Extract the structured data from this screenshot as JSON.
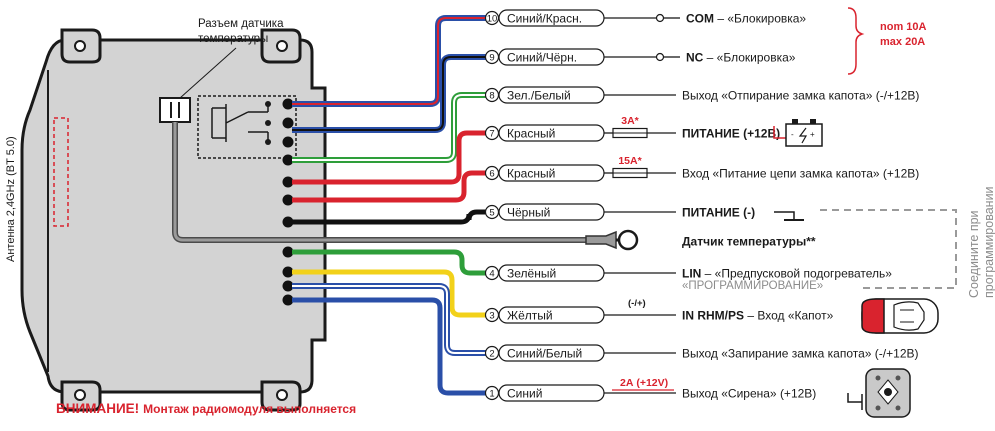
{
  "sensor_caption": [
    "Разъем датчика",
    "температуры"
  ],
  "antenna_caption": "Антенна 2,4GHz (BT 5.0)",
  "warning": {
    "lead": "ВНИМАНИЕ!",
    "rest": "Монтаж радиомодуля выполняется"
  },
  "wires": [
    {
      "num": "10",
      "label": "Синий/Красн.",
      "colors": [
        "#2a4fa8",
        "#d9232e"
      ]
    },
    {
      "num": "9",
      "label": "Синий/Чёрн.",
      "colors": [
        "#2a4fa8",
        "#111111"
      ]
    },
    {
      "num": "8",
      "label": "Зел./Белый",
      "colors": [
        "#2e9e3a",
        "#ffffff"
      ]
    },
    {
      "num": "7",
      "label": "Красный",
      "colors": [
        "#d9232e"
      ]
    },
    {
      "num": "6",
      "label": "Красный",
      "colors": [
        "#d9232e"
      ]
    },
    {
      "num": "5",
      "label": "Чёрный",
      "colors": [
        "#111111"
      ]
    },
    {
      "num": "4",
      "label": "Зелёный",
      "colors": [
        "#2e9e3a"
      ]
    },
    {
      "num": "3",
      "label": "Жёлтый",
      "colors": [
        "#f2d11a"
      ]
    },
    {
      "num": "2",
      "label": "Синий/Белый",
      "colors": [
        "#2a4fa8",
        "#ffffff"
      ]
    },
    {
      "num": "1",
      "label": "Синий",
      "colors": [
        "#2a4fa8"
      ]
    }
  ],
  "outputs": {
    "w10": {
      "bold": "COM",
      "rest": " – «Блокировка»"
    },
    "w9": {
      "bold": "NC",
      "rest": " – «Блокировка»"
    },
    "w8": {
      "rest": "Выход «Отпирание замка капота» (-/+12В)"
    },
    "w7": {
      "bold": "ПИТАНИЕ (+12В)"
    },
    "w6": {
      "rest": "Вход «Питание цепи замка капота» (+12В)"
    },
    "w5": {
      "bold": "ПИТАНИЕ (-)"
    },
    "sensor": {
      "bold": "Датчик температуры**"
    },
    "w4": {
      "bold": "LIN",
      "rest": " – «Предпусковой подогреватель»"
    },
    "w4_prog": "«ПРОГРАММИРОВАНИЕ»",
    "w3": {
      "bold": "IN RHM/PS",
      "rest": " – Вход «Капот»"
    },
    "w2": {
      "rest": "Выход «Запирание замка капота» (-/+12В)"
    },
    "w1": {
      "rest": "Выход «Сирена» (+12В)"
    }
  },
  "fuses": {
    "w7": "3А*",
    "w6": "15А*",
    "w1": "2А (+12V)"
  },
  "polarity_w3": "(-/+)",
  "relay_rating": [
    "nom 10A",
    "max 20A"
  ],
  "program_note": [
    "Соедините при",
    "программировании"
  ],
  "colors": {
    "accent_red": "#d9232e",
    "blue": "#2a4fa8",
    "green": "#2e9e3a",
    "yellow": "#f2d11a",
    "grey_text": "#8c8c8c"
  }
}
